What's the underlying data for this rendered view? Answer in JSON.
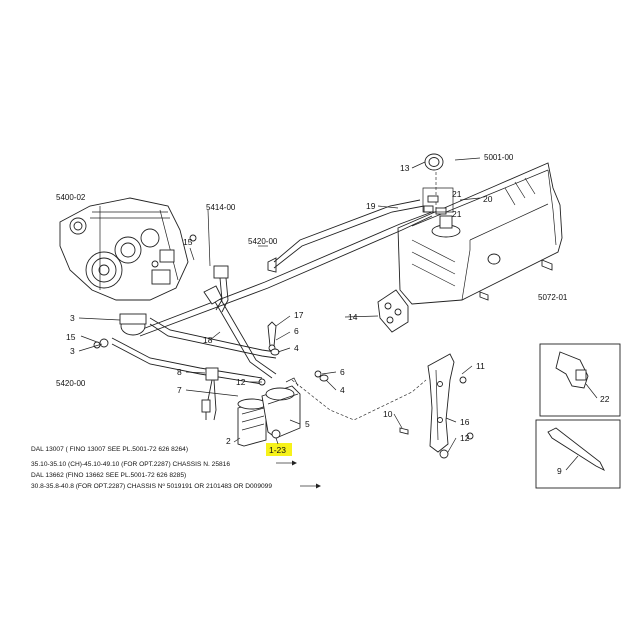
{
  "diagram": {
    "section_refs": {
      "engine": "5400-02",
      "bracket_top": "5414-00",
      "pipe_mid": "5420-00",
      "pipe_low": "5420-00",
      "tank_top": "5001-00",
      "tank_side": "5072-01"
    },
    "callouts": {
      "p13": "13",
      "p21a": "21",
      "p21b": "21",
      "p20": "20",
      "p19": "19",
      "p15a": "15",
      "p3a": "3",
      "p15b": "15",
      "p3b": "3",
      "p17": "17",
      "p6a": "6",
      "p4a": "4",
      "p18": "18",
      "p14": "14",
      "p8": "8",
      "p12a": "12",
      "p6b": "6",
      "p4b": "4",
      "p7": "7",
      "p2": "2",
      "p5": "5",
      "p123": "1-23",
      "p11": "11",
      "p10": "10",
      "p16": "16",
      "p12b": "12",
      "p22": "22",
      "p9": "9"
    },
    "notes": [
      "DAL 13007 ( FINO 13007 SEE PL.5001-72 626 8264)",
      "35.10-35.10 (CH)-45.10-49.10 (FOR OPT.2287) CHASSIS N. 25816",
      "DAL 13662 (FINO 13662 SEE PL.5001-72 626 8285)",
      "30.8-35.8-40.8 (FOR OPT.2287) CHASSIS Nº 5019191 OR 2101483 OR D009099"
    ],
    "highlight_color": "#f7f21a"
  }
}
